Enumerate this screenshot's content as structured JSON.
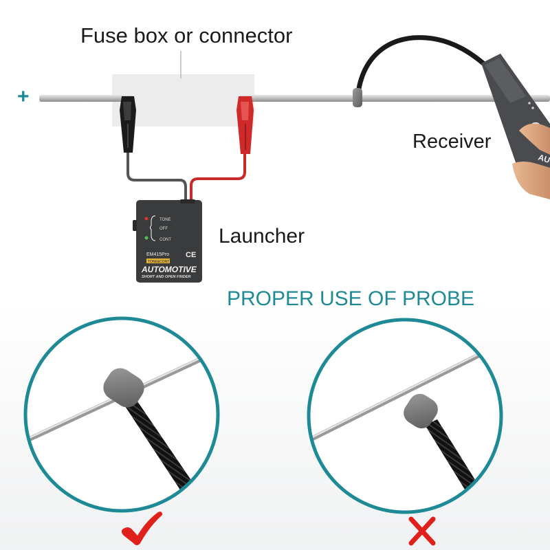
{
  "labels": {
    "fuse_box": "Fuse box or connector",
    "receiver": "Receiver",
    "launcher": "Launcher",
    "positive": "+",
    "section_title": "PROPER USE OF PROBE"
  },
  "launcher_device": {
    "modes": [
      "TONE",
      "OFF",
      "CONT"
    ],
    "model": "EM415Pro",
    "badge": "TONE&CONT",
    "brand": "AUTOMOTIVE",
    "tagline": "SHORT AND OPEN FINDER",
    "ce_mark": "CE"
  },
  "receiver_device": {
    "brand_fragment": "AU"
  },
  "comparisons": [
    {
      "verdict": "correct",
      "mark_icon": "red-checkmark-icon"
    },
    {
      "verdict": "incorrect",
      "mark_icon": "red-x-icon"
    }
  ],
  "colors": {
    "accent_teal": "#1e8a96",
    "verdict_red": "#e0201a",
    "clip_red": "#d22a2a",
    "device_body": "#3a3b3d"
  }
}
